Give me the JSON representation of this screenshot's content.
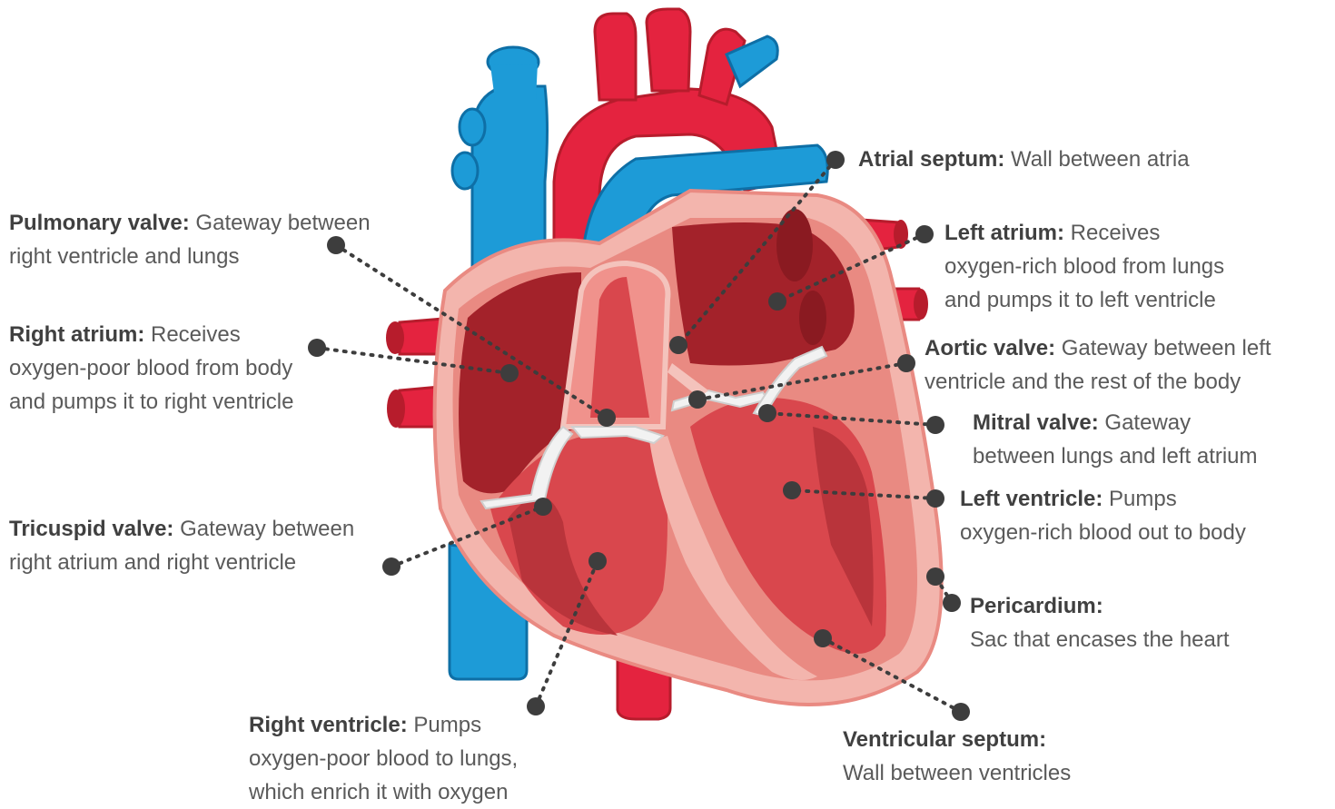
{
  "colors": {
    "artery": "#e4233f",
    "artery_dark": "#b71c2c",
    "vein": "#1d9bd7",
    "vein_dark": "#0e6fa6",
    "wall_outer": "#f3b5ad",
    "wall_mid": "#e98a82",
    "chamber": "#d9474d",
    "chamber_dark": "#a3222a",
    "valve": "#f2f2f2",
    "dot": "#3d3d3d"
  },
  "labels": {
    "atrial_septum": {
      "title": "Atrial septum:",
      "lines": [
        "Wall between atria"
      ]
    },
    "left_atrium": {
      "title": "Left atrium:",
      "lines": [
        "Receives",
        "oxygen-rich blood from lungs",
        "and pumps it to left ventricle"
      ]
    },
    "aortic_valve": {
      "title": "Aortic valve:",
      "lines": [
        "Gateway between left",
        "ventricle and the rest of the body"
      ]
    },
    "mitral_valve": {
      "title": "Mitral valve:",
      "lines": [
        "Gateway",
        "between lungs and left atrium"
      ]
    },
    "left_ventricle": {
      "title": "Left ventricle:",
      "lines": [
        "Pumps",
        "oxygen-rich blood out to body"
      ]
    },
    "pericardium": {
      "title": "Pericardium:",
      "lines": [
        "",
        "Sac that encases the heart"
      ]
    },
    "ventricular_septum": {
      "title": "Ventricular septum:",
      "lines": [
        "",
        "Wall between ventricles"
      ]
    },
    "right_ventricle": {
      "title": "Right ventricle:",
      "lines": [
        "Pumps",
        "oxygen-poor blood to lungs,",
        "which enrich it with oxygen"
      ]
    },
    "tricuspid_valve": {
      "title": "Tricuspid valve:",
      "lines": [
        "Gateway between",
        "right atrium and right ventricle"
      ]
    },
    "right_atrium": {
      "title": "Right atrium:",
      "lines": [
        "Receives",
        "oxygen-poor blood from body",
        "and pumps it to right ventricle"
      ]
    },
    "pulmonary_valve": {
      "title": "Pulmonary valve:",
      "lines": [
        "Gateway between",
        "right ventricle and lungs"
      ]
    }
  }
}
